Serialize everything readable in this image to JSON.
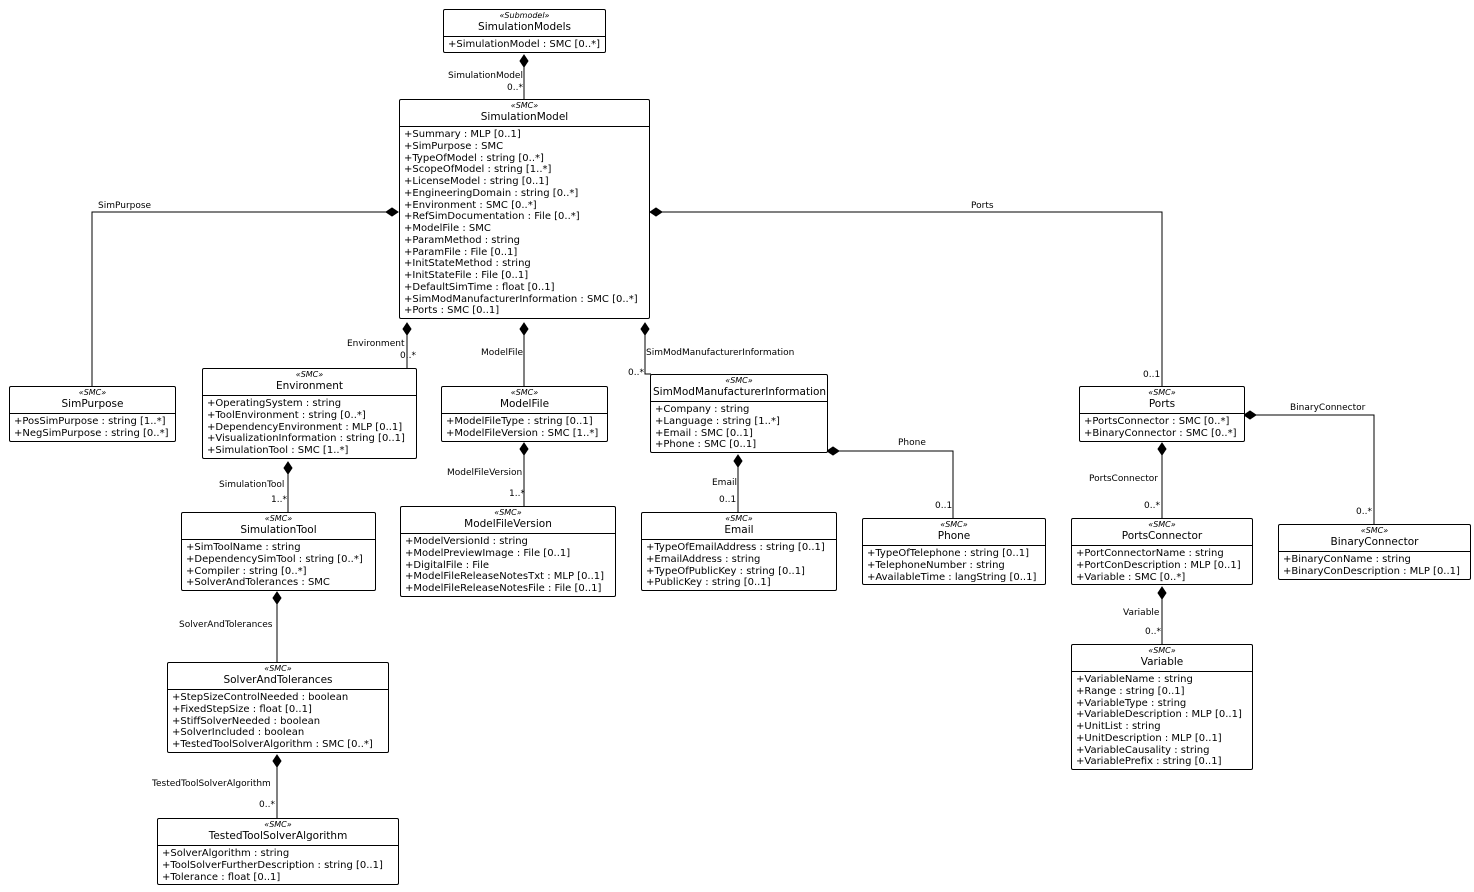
{
  "classes": {
    "simulation_models": {
      "stereotype": "«Submodel»",
      "name": "SimulationModels",
      "attributes": [
        "+SimulationModel : SMC [0..*]"
      ]
    },
    "simulation_model": {
      "stereotype": "«SMC»",
      "name": "SimulationModel",
      "attributes": [
        "+Summary : MLP [0..1]",
        "+SimPurpose : SMC",
        "+TypeOfModel : string [0..*]",
        "+ScopeOfModel : string [1..*]",
        "+LicenseModel : string [0..1]",
        "+EngineeringDomain : string [0..*]",
        "+Environment : SMC [0..*]",
        "+RefSimDocumentation : File [0..*]",
        "+ModelFile : SMC",
        "+ParamMethod : string",
        "+ParamFile : File [0..1]",
        "+InitStateMethod : string",
        "+InitStateFile : File [0..1]",
        "+DefaultSimTime : float [0..1]",
        "+SimModManufacturerInformation : SMC [0..*]",
        "+Ports : SMC [0..1]"
      ]
    },
    "sim_purpose": {
      "stereotype": "«SMC»",
      "name": "SimPurpose",
      "attributes": [
        "+PosSimPurpose : string [1..*]",
        "+NegSimPurpose : string [0..*]"
      ]
    },
    "environment": {
      "stereotype": "«SMC»",
      "name": "Environment",
      "attributes": [
        "+OperatingSystem : string",
        "+ToolEnvironment : string [0..*]",
        "+DependencyEnvironment : MLP [0..1]",
        "+VisualizationInformation : string [0..1]",
        "+SimulationTool : SMC [1..*]"
      ]
    },
    "model_file": {
      "stereotype": "«SMC»",
      "name": "ModelFile",
      "attributes": [
        "+ModelFileType : string [0..1]",
        "+ModelFileVersion : SMC [1..*]"
      ]
    },
    "sim_mod_manufacturer_information": {
      "stereotype": "«SMC»",
      "name": "SimModManufacturerInformation",
      "attributes": [
        "+Company : string",
        "+Language : string [1..*]",
        "+Email : SMC [0..1]",
        "+Phone : SMC [0..1]"
      ]
    },
    "ports": {
      "stereotype": "«SMC»",
      "name": "Ports",
      "attributes": [
        "+PortsConnector : SMC [0..*]",
        "+BinaryConnector : SMC [0..*]"
      ]
    },
    "simulation_tool": {
      "stereotype": "«SMC»",
      "name": "SimulationTool",
      "attributes": [
        "+SimToolName : string",
        "+DependencySimTool : string [0..*]",
        "+Compiler : string [0..*]",
        "+SolverAndTolerances : SMC"
      ]
    },
    "model_file_version": {
      "stereotype": "«SMC»",
      "name": "ModelFileVersion",
      "attributes": [
        "+ModelVersionId : string",
        "+ModelPreviewImage : File [0..1]",
        "+DigitalFile : File",
        "+ModelFileReleaseNotesTxt : MLP [0..1]",
        "+ModelFileReleaseNotesFile : File [0..1]"
      ]
    },
    "email": {
      "stereotype": "«SMC»",
      "name": "Email",
      "attributes": [
        "+TypeOfEmailAddress : string [0..1]",
        "+EmailAddress : string",
        "+TypeOfPublicKey : string [0..1]",
        "+PublicKey : string [0..1]"
      ]
    },
    "phone": {
      "stereotype": "«SMC»",
      "name": "Phone",
      "attributes": [
        "+TypeOfTelephone : string [0..1]",
        "+TelephoneNumber : string",
        "+AvailableTime : langString [0..1]"
      ]
    },
    "ports_connector": {
      "stereotype": "«SMC»",
      "name": "PortsConnector",
      "attributes": [
        "+PortConnectorName : string",
        "+PortConDescription : MLP [0..1]",
        "+Variable : SMC [0..*]"
      ]
    },
    "binary_connector": {
      "stereotype": "«SMC»",
      "name": "BinaryConnector",
      "attributes": [
        "+BinaryConName : string",
        "+BinaryConDescription : MLP [0..1]"
      ]
    },
    "solver_and_tolerances": {
      "stereotype": "«SMC»",
      "name": "SolverAndTolerances",
      "attributes": [
        "+StepSizeControlNeeded : boolean",
        "+FixedStepSize : float [0..1]",
        "+StiffSolverNeeded : boolean",
        "+SolverIncluded : boolean",
        "+TestedToolSolverAlgorithm : SMC [0..*]"
      ]
    },
    "variable": {
      "stereotype": "«SMC»",
      "name": "Variable",
      "attributes": [
        "+VariableName : string",
        "+Range : string [0..1]",
        "+VariableType : string",
        "+VariableDescription : MLP [0..1]",
        "+UnitList : string",
        "+UnitDescription : MLP [0..1]",
        "+VariableCausality : string",
        "+VariablePrefix : string [0..1]"
      ]
    },
    "tested_tool_solver_algorithm": {
      "stereotype": "«SMC»",
      "name": "TestedToolSolverAlgorithm",
      "attributes": [
        "+SolverAlgorithm : string",
        "+ToolSolverFurtherDescription : string [0..1]",
        "+Tolerance : float [0..1]"
      ]
    }
  },
  "associations": {
    "simulation_model": {
      "role": "SimulationModel",
      "multiplicity": "0..*"
    },
    "sim_purpose": {
      "role": "SimPurpose"
    },
    "environment": {
      "role": "Environment",
      "multiplicity": "0..*"
    },
    "model_file": {
      "role": "ModelFile"
    },
    "sim_mod_manufacturer_information": {
      "role": "SimModManufacturerInformation",
      "multiplicity": "0..*"
    },
    "ports": {
      "role": "Ports",
      "multiplicity": "0..1"
    },
    "simulation_tool": {
      "role": "SimulationTool",
      "multiplicity": "1..*"
    },
    "model_file_version": {
      "role": "ModelFileVersion",
      "multiplicity": "1..*"
    },
    "email": {
      "role": "Email",
      "multiplicity": "0..1"
    },
    "phone": {
      "role": "Phone",
      "multiplicity": "0..1"
    },
    "binary_connector": {
      "role": "BinaryConnector",
      "multiplicity": "0..*"
    },
    "ports_connector": {
      "role": "PortsConnector",
      "multiplicity": "0..*"
    },
    "variable": {
      "role": "Variable",
      "multiplicity": "0..*"
    },
    "solver_and_tolerances": {
      "role": "SolverAndTolerances"
    },
    "tested_tool_solver_algorithm": {
      "role": "TestedToolSolverAlgorithm",
      "multiplicity": "0..*"
    }
  }
}
